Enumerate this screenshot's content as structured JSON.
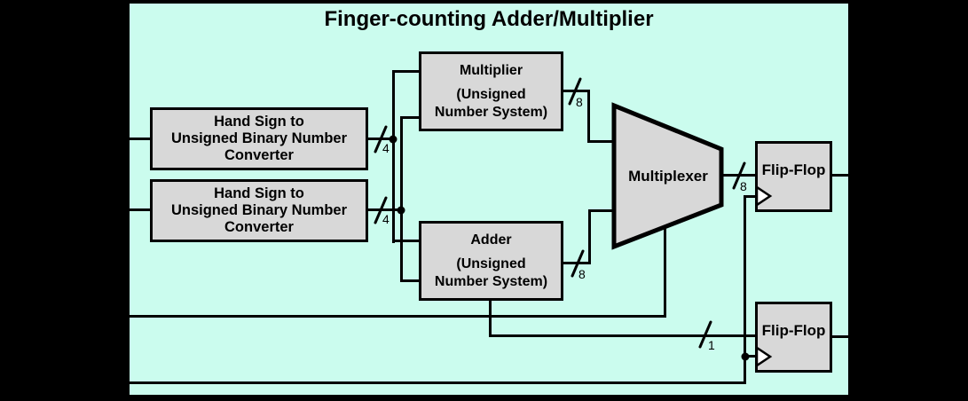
{
  "title": "Finger-counting Adder/Multiplier",
  "colors": {
    "background": "#000000",
    "panel": "#cbfcee",
    "box_fill": "#d8d8d8",
    "line": "#000000",
    "clock_triangle_fill": "#ffffff"
  },
  "blocks": {
    "converter1": {
      "lines": [
        "Hand Sign to",
        "Unsigned Binary Number",
        "Converter"
      ]
    },
    "converter2": {
      "lines": [
        "Hand Sign to",
        "Unsigned Binary Number",
        "Converter"
      ]
    },
    "multiplier": {
      "lines": [
        "Multiplier",
        "(Unsigned",
        "Number System)"
      ]
    },
    "adder": {
      "lines": [
        "Adder",
        "(Unsigned",
        "Number System)"
      ]
    },
    "multiplexer": {
      "label": "Multiplexer"
    },
    "flipflop1": {
      "label": "Flip-Flop"
    },
    "flipflop2": {
      "label": "Flip-Flop"
    }
  },
  "bus_widths": {
    "converter1_out": "4",
    "converter2_out": "4",
    "multiplier_out": "8",
    "adder_out": "8",
    "mux_out": "8",
    "adder_carry_out": "1"
  }
}
